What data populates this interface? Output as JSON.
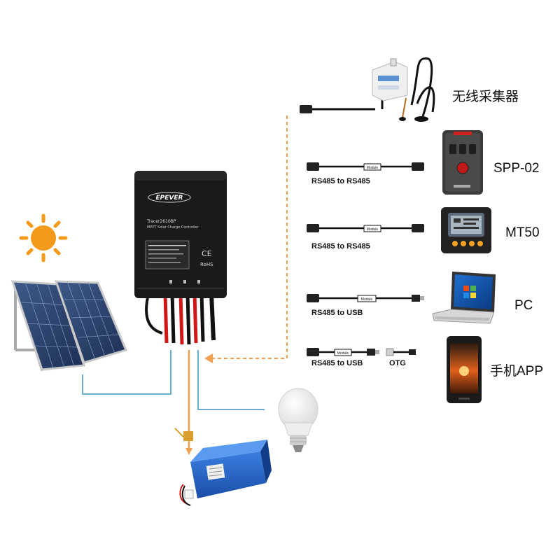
{
  "controller": {
    "brand": "EPEVER",
    "model": "Tracer2610BP",
    "subtitle": "MPPT Solar Charge Controller",
    "ce": "CE",
    "rohs": "RoHS"
  },
  "devices": [
    {
      "id": "wireless",
      "label": "无线采集器"
    },
    {
      "id": "spp02",
      "label": "SPP-02",
      "cable": "RS485 to RS485"
    },
    {
      "id": "mt50",
      "label": "MT50",
      "cable": "RS485 to RS485"
    },
    {
      "id": "pc",
      "label": "PC",
      "cable": "RS485 to USB"
    },
    {
      "id": "phone",
      "label": "手机APP",
      "cable": "RS485 to USB",
      "adapter": "OTG"
    }
  ],
  "cable_module_label": "Module",
  "colors": {
    "comm_line": "#f0a050",
    "power_line": "#6aaed6",
    "load_line": "#6aaed6",
    "controller_body": "#1a1a1a"
  }
}
